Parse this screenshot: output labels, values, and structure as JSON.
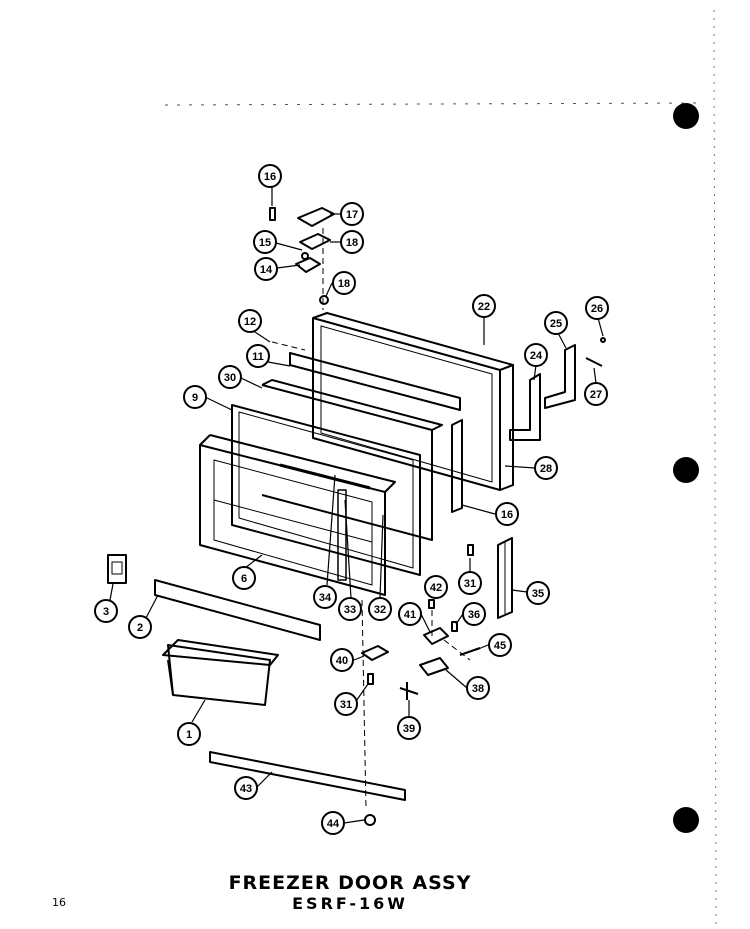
{
  "title": {
    "line1": "FREEZER DOOR ASSY",
    "line2": "ESRF-16W"
  },
  "page_number": "16",
  "callouts": [
    "16",
    "17",
    "18",
    "15",
    "14",
    "18",
    "12",
    "22",
    "26",
    "25",
    "11",
    "24",
    "27",
    "30",
    "9",
    "28",
    "16",
    "6",
    "34",
    "33",
    "32",
    "31",
    "35",
    "3",
    "2",
    "42",
    "41",
    "36",
    "45",
    "40",
    "38",
    "31",
    "39",
    "1",
    "43",
    "44"
  ],
  "colors": {
    "ink": "#000000",
    "paper": "#ffffff"
  }
}
